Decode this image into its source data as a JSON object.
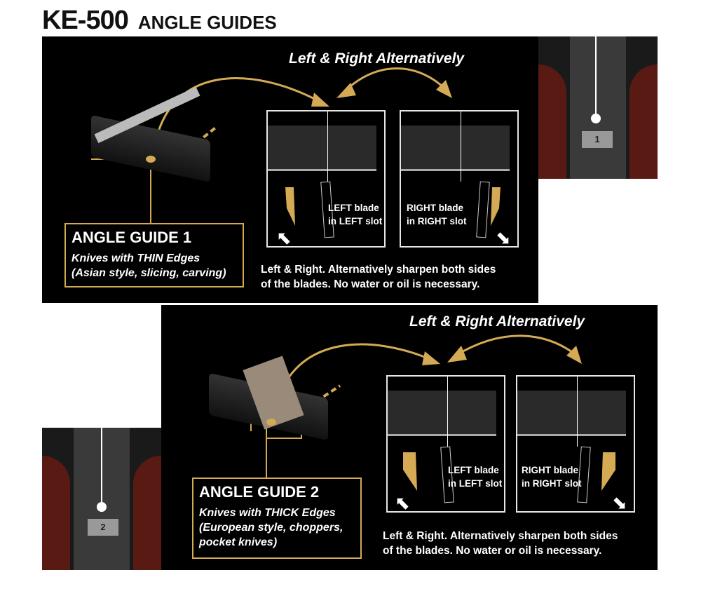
{
  "title": {
    "model": "KE-500",
    "subtitle": "ANGLE GUIDES"
  },
  "colors": {
    "gold": "#d4aa55",
    "panel": "#000000",
    "frame": "#e6e6e6"
  },
  "sections": [
    {
      "header": "Left & Right Alternatively",
      "guide_title": "ANGLE GUIDE 1",
      "guide_lines": [
        "Knives with THIN Edges",
        "(Asian style, slicing, carving)"
      ],
      "left_box": [
        "LEFT blade",
        "in LEFT slot"
      ],
      "right_box": [
        "RIGHT blade",
        "in RIGHT slot"
      ],
      "note": [
        "Left & Right. Alternatively sharpen both sides",
        "of the blades. No water or oil is necessary."
      ],
      "slot_number": "1"
    },
    {
      "header": "Left & Right Alternatively",
      "guide_title": "ANGLE GUIDE 2",
      "guide_lines": [
        "Knives with THICK Edges",
        "(European style, choppers,",
        "pocket knives)"
      ],
      "left_box": [
        "LEFT blade",
        "in LEFT slot"
      ],
      "right_box": [
        "RIGHT blade",
        "in RIGHT slot"
      ],
      "note": [
        "Left & Right. Alternatively sharpen both sides",
        "of the blades. No water or oil is necessary."
      ],
      "slot_number": "2"
    }
  ]
}
